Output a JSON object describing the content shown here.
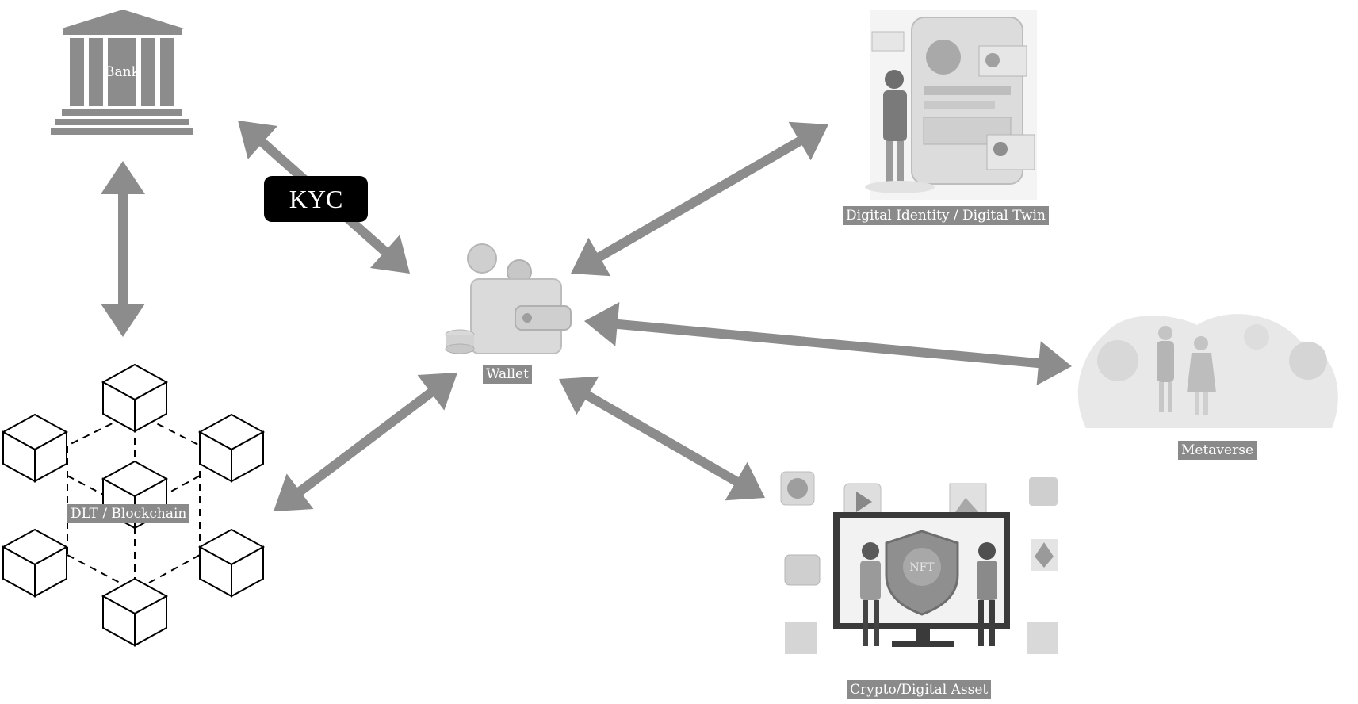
{
  "labels": {
    "bank": "Bank",
    "kyc": "KYC",
    "wallet": "Wallet",
    "digital_identity": "Digital Identity / Digital Twin",
    "metaverse": "Metaverse",
    "crypto": "Crypto/Digital Asset",
    "blockchain": "DLT / Blockchain",
    "nft": "NFT"
  },
  "icons": [
    "bank-icon",
    "wallet-icon",
    "coin-icon",
    "digital-identity-illustration",
    "metaverse-illustration",
    "nft-illustration",
    "blockchain-cubes-icon"
  ],
  "colors": {
    "arrow": "#8c8c8c",
    "label_bg": "#8a8a8a",
    "kyc_bg": "#000000"
  }
}
